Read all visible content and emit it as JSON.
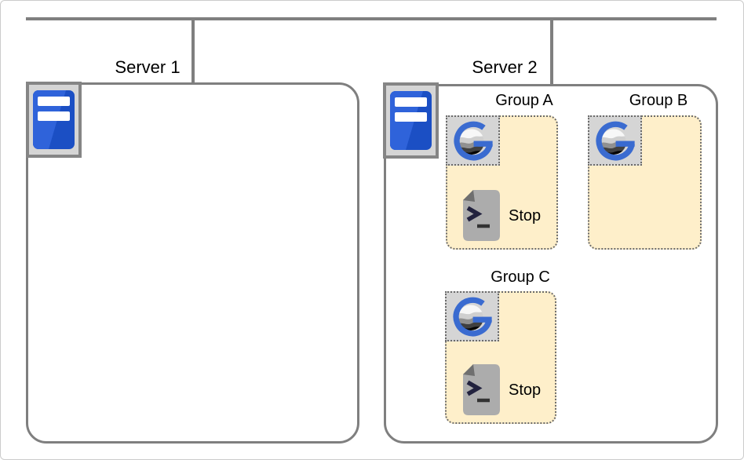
{
  "network": {
    "line_color": "#7f7f7f"
  },
  "servers": [
    {
      "label": "Server 1",
      "icon": "server-tower-icon",
      "groups": []
    },
    {
      "label": "Server 2",
      "icon": "server-tower-icon",
      "groups": [
        {
          "label": "Group A",
          "agent_icon": "g-globe-logo-icon",
          "action": {
            "icon": "terminal-script-icon",
            "label": "Stop"
          }
        },
        {
          "label": "Group B",
          "agent_icon": "g-globe-logo-icon"
        },
        {
          "label": "Group C",
          "agent_icon": "g-globe-logo-icon",
          "action": {
            "icon": "terminal-script-icon",
            "label": "Stop"
          }
        }
      ]
    }
  ],
  "colors": {
    "page_border": "#cbcbcb",
    "box_border": "#7f7f7f",
    "group_fill": "#feefca",
    "dotted_border": "#6b6b6b",
    "icon_tile_fill": "#d5d5d5",
    "logo_blue": "#3a6bd0",
    "server_blue_dark": "#1b4fc4",
    "server_blue_light": "#2f63da",
    "document_gray": "#acacac"
  }
}
